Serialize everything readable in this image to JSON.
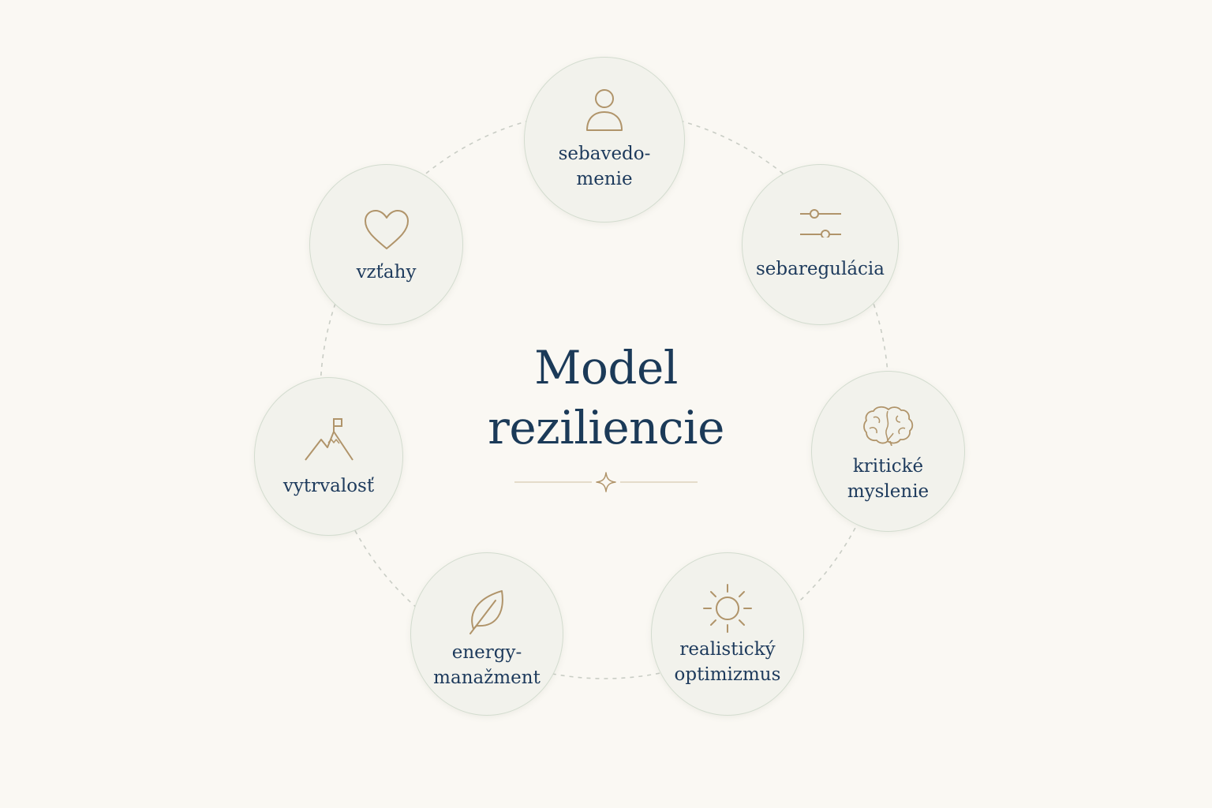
{
  "diagram": {
    "title_line1": "Model",
    "title_line2": "reziliencie",
    "nodes": [
      {
        "label": "sebavedo-\nmenie",
        "icon": "person-icon"
      },
      {
        "label": "sebaregulácia",
        "icon": "sliders-icon"
      },
      {
        "label": "kritické\nmyslenie",
        "icon": "brain-icon"
      },
      {
        "label": "realistický\noptimizmus",
        "icon": "sun-icon"
      },
      {
        "label": "energy-\nmanažment",
        "icon": "leaf-icon"
      },
      {
        "label": "vytrvalosť",
        "icon": "mountain-flag-icon"
      },
      {
        "label": "vzťahy",
        "icon": "heart-icon"
      }
    ]
  },
  "colors": {
    "background": "#faf8f3",
    "node_fill": "#f2f2ec",
    "node_border": "#d3dccf",
    "icon": "#b0946a",
    "text": "#1d3a5c",
    "connector": "#c9cdc5"
  }
}
